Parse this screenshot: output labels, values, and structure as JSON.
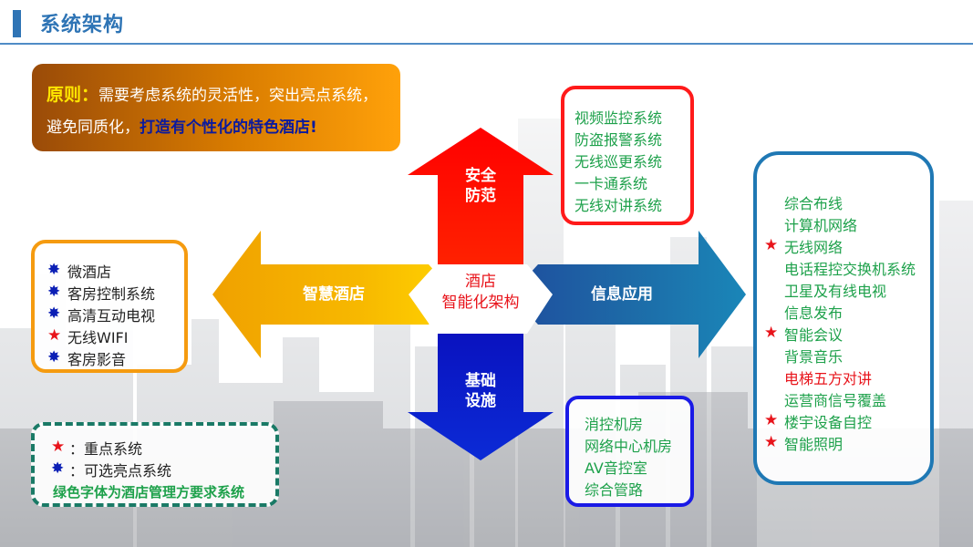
{
  "header": {
    "title": "系统架构"
  },
  "principle": {
    "label": "原则：",
    "text": "需要考虑系统的灵活性，突出亮点系统，避免同质化，",
    "highlight": "打造有个性化的特色酒店!"
  },
  "center": {
    "line1": "酒店",
    "line2": "智能化架构"
  },
  "arrows": {
    "up": {
      "line1": "安全",
      "line2": "防范"
    },
    "left": "智慧酒店",
    "right": "信息应用",
    "down": {
      "line1": "基础",
      "line2": "设施"
    }
  },
  "security_systems": [
    "视频监控系统",
    "防盗报警系统",
    "无线巡更系统",
    "一卡通系统",
    "无线对讲系统"
  ],
  "smart_hotel_systems": [
    {
      "label": "微酒店",
      "star": "blue"
    },
    {
      "label": "客房控制系统",
      "star": "blue"
    },
    {
      "label": "高清互动电视",
      "star": "blue"
    },
    {
      "label": "无线WIFI",
      "star": "red"
    },
    {
      "label": "客房影音",
      "star": "blue"
    }
  ],
  "info_systems": [
    {
      "label": "综合布线",
      "star": "none",
      "color": "green"
    },
    {
      "label": "计算机网络",
      "star": "none",
      "color": "green"
    },
    {
      "label": "无线网络",
      "star": "red",
      "color": "green"
    },
    {
      "label": "电话程控交换机系统",
      "star": "none",
      "color": "green"
    },
    {
      "label": "卫星及有线电视",
      "star": "none",
      "color": "green"
    },
    {
      "label": "信息发布",
      "star": "none",
      "color": "green"
    },
    {
      "label": "智能会议",
      "star": "red",
      "color": "green"
    },
    {
      "label": "背景音乐",
      "star": "none",
      "color": "green"
    },
    {
      "label": "电梯五方对讲",
      "star": "none",
      "color": "red"
    },
    {
      "label": "运营商信号覆盖",
      "star": "none",
      "color": "green"
    },
    {
      "label": "楼宇设备自控",
      "star": "red",
      "color": "green"
    },
    {
      "label": "智能照明",
      "star": "red",
      "color": "green"
    }
  ],
  "infrastructure_systems": [
    "消控机房",
    "网络中心机房",
    "AV音控室",
    "综合管路"
  ],
  "legend": {
    "key_label": "：重点系统",
    "optional_label": "：可选亮点系统",
    "note": "绿色字体为酒店管理方要求系统"
  },
  "colors": {
    "header": "#2e74b5",
    "up_arrow": "#ff0000",
    "left_arrow": "#f5a000",
    "right_arrow": "#1f5fa8",
    "down_arrow": "#0b14c4",
    "security_border": "#ff1a1a",
    "smart_border": "#f59b10",
    "info_border": "#1f78b4",
    "infra_border": "#1a1ae6",
    "legend_border": "#1a7a66",
    "green_text": "#1ea14b",
    "red_star": "#e8141b",
    "blue_star": "#0b1fb5"
  }
}
